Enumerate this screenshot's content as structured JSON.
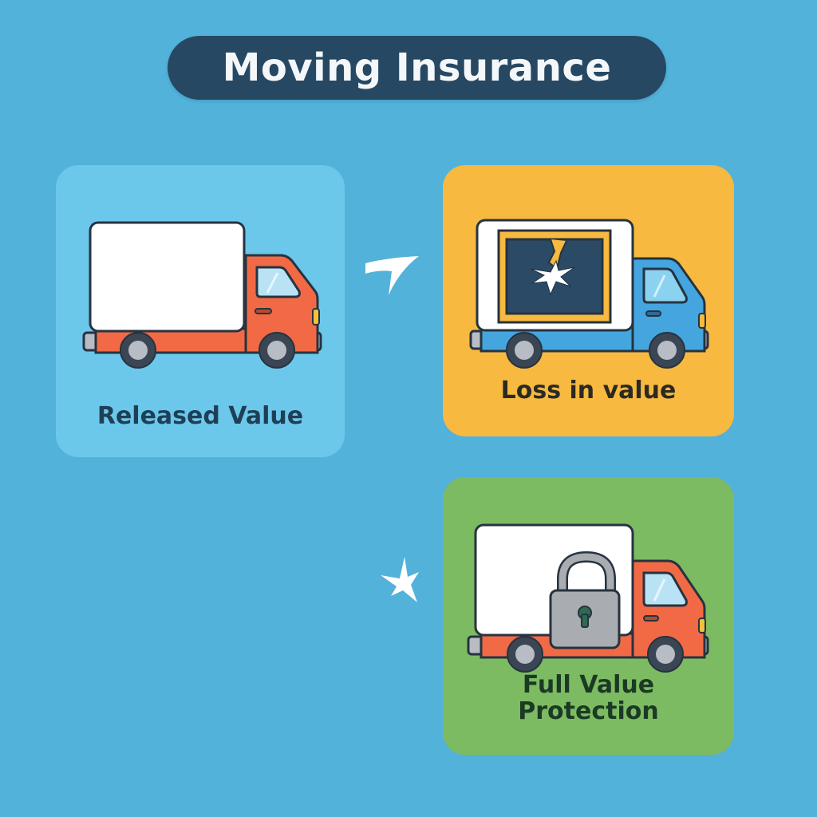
{
  "title": "Moving Insurance",
  "colors": {
    "background": "#52b2da",
    "title_pill": "#264863",
    "card_released": "#6cc8ea",
    "card_loss": "#f7b940",
    "card_full": "#7dbb62",
    "truck_orange": "#f26a45",
    "truck_blue": "#45a5de"
  },
  "cards": [
    {
      "label": "Released Value",
      "icon": "orange-moving-truck-icon"
    },
    {
      "label": "Loss in value",
      "icon": "blue-truck-with-broken-screen-icon"
    },
    {
      "label_line1": "Full Value",
      "label_line2": "Protection",
      "icon": "orange-truck-with-padlock-icon"
    }
  ],
  "connectors": [
    {
      "icon": "white-arrow-icon"
    },
    {
      "icon": "white-star-burst-icon"
    }
  ]
}
